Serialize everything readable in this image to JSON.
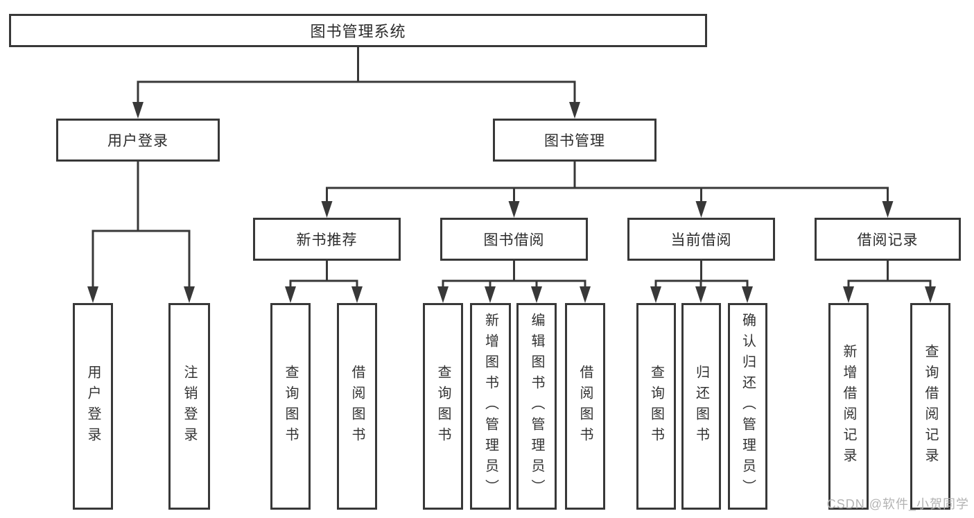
{
  "nodes": {
    "root": {
      "label": "图书管理系统"
    },
    "user_login": {
      "label": "用户登录",
      "children": [
        {
          "label": "用户登录"
        },
        {
          "label": "注销登录"
        }
      ]
    },
    "book_mgmt": {
      "label": "图书管理",
      "children": [
        {
          "label": "新书推荐",
          "children": [
            {
              "label": "查询图书"
            },
            {
              "label": "借阅图书"
            }
          ]
        },
        {
          "label": "图书借阅",
          "children": [
            {
              "label": "查询图书"
            },
            {
              "label": "新增图书（管理员）"
            },
            {
              "label": "编辑图书（管理员）"
            },
            {
              "label": "借阅图书"
            }
          ]
        },
        {
          "label": "当前借阅",
          "children": [
            {
              "label": "查询图书"
            },
            {
              "label": "归还图书"
            },
            {
              "label": "确认归还（管理员）"
            }
          ]
        },
        {
          "label": "借阅记录",
          "children": [
            {
              "label": "新增借阅记录"
            },
            {
              "label": "查询借阅记录"
            }
          ]
        }
      ]
    }
  },
  "watermark": {
    "text": "CSDN @软件_小贺同学"
  },
  "colors": {
    "line": "#383838",
    "box_border": "#383838",
    "box_fill": "#ffffff",
    "text": "#2b2b2b",
    "watermark": "#b3b3b3"
  }
}
